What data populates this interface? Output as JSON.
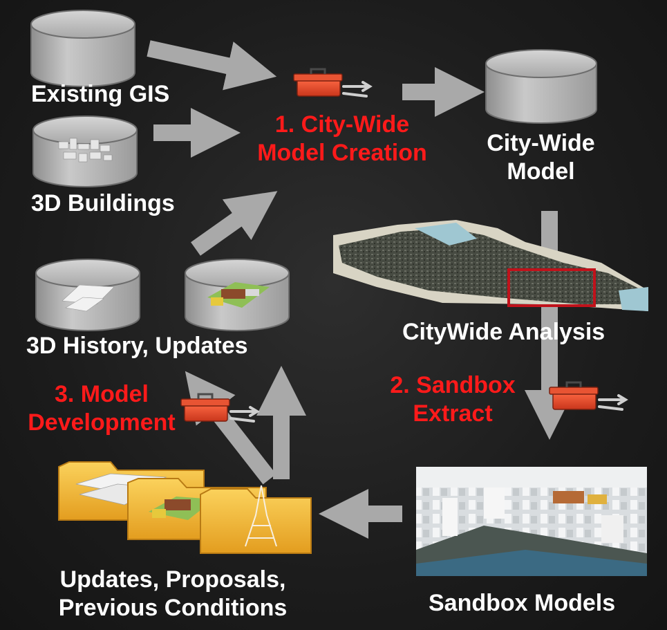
{
  "labels": {
    "existing_gis": "Existing GIS",
    "buildings_3d": "3D Buildings",
    "history_updates": "3D History, Updates",
    "step1_line1": "1. City-Wide",
    "step1_line2": "Model Creation",
    "citywide_line1": "City-Wide",
    "citywide_line2": "Model",
    "citywide_analysis": "CityWide Analysis",
    "step2_line1": "2. Sandbox",
    "step2_line2": "Extract",
    "step3_line1": "3. Model",
    "step3_line2": "Development",
    "folders_line1": "Updates, Proposals,",
    "folders_line2": "Previous Conditions",
    "sandbox_models": "Sandbox Models"
  },
  "icons": [
    "database-icon",
    "toolbox-icon",
    "folder-icon",
    "eiffel-tower-icon",
    "city-map-image",
    "sandbox-render-image"
  ],
  "colors": {
    "background": "#1c1c1c",
    "arrow": "#a9a9a9",
    "cylinder": "#b5b5b5",
    "label": "#ffffff",
    "step_label": "#ff1a1a",
    "toolbox": "#e04a2a",
    "folder": "#f2b531",
    "selection_box": "#c0121b"
  }
}
